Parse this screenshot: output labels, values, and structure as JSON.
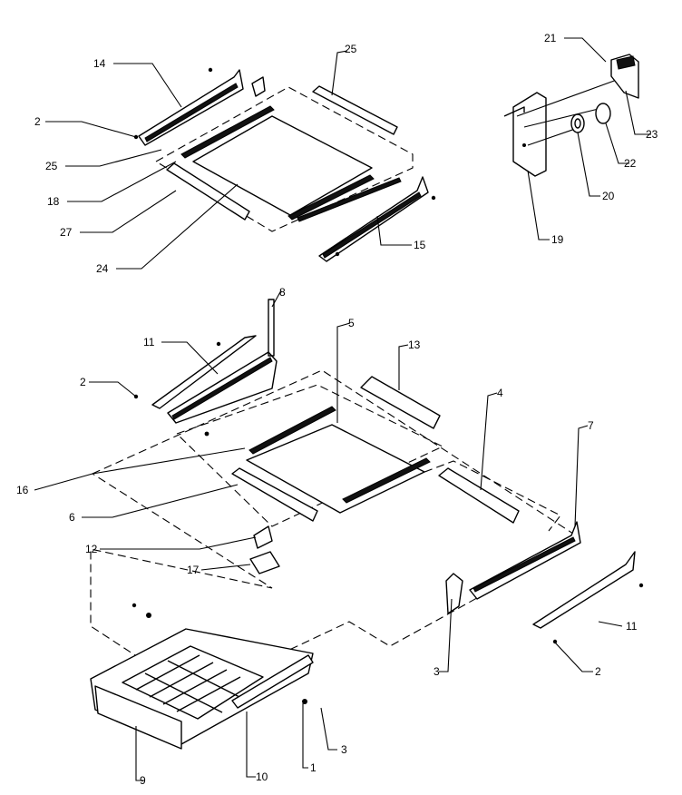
{
  "diagram": {
    "callouts": [
      {
        "id": "c14",
        "label": "14"
      },
      {
        "id": "c25a",
        "label": "25"
      },
      {
        "id": "c2a",
        "label": "2"
      },
      {
        "id": "c25b",
        "label": "25"
      },
      {
        "id": "c18",
        "label": "18"
      },
      {
        "id": "c27",
        "label": "27"
      },
      {
        "id": "c24",
        "label": "24"
      },
      {
        "id": "c15a",
        "label": "15"
      },
      {
        "id": "c21",
        "label": "21"
      },
      {
        "id": "c23",
        "label": "23"
      },
      {
        "id": "c22",
        "label": "22"
      },
      {
        "id": "c20",
        "label": "20"
      },
      {
        "id": "c19",
        "label": "19"
      },
      {
        "id": "c8",
        "label": "8"
      },
      {
        "id": "c11a",
        "label": "11"
      },
      {
        "id": "c5",
        "label": "5"
      },
      {
        "id": "c13",
        "label": "13"
      },
      {
        "id": "c2b",
        "label": "2"
      },
      {
        "id": "c4",
        "label": "4"
      },
      {
        "id": "c7",
        "label": "7"
      },
      {
        "id": "c16",
        "label": "16"
      },
      {
        "id": "c6",
        "label": "6"
      },
      {
        "id": "c12",
        "label": "12"
      },
      {
        "id": "c17",
        "label": "17"
      },
      {
        "id": "c11b",
        "label": "11"
      },
      {
        "id": "c3a",
        "label": "3"
      },
      {
        "id": "c2c",
        "label": "2"
      },
      {
        "id": "c3b",
        "label": "3"
      },
      {
        "id": "c1",
        "label": "1"
      },
      {
        "id": "c10",
        "label": "10"
      },
      {
        "id": "c9",
        "label": "9"
      }
    ]
  }
}
